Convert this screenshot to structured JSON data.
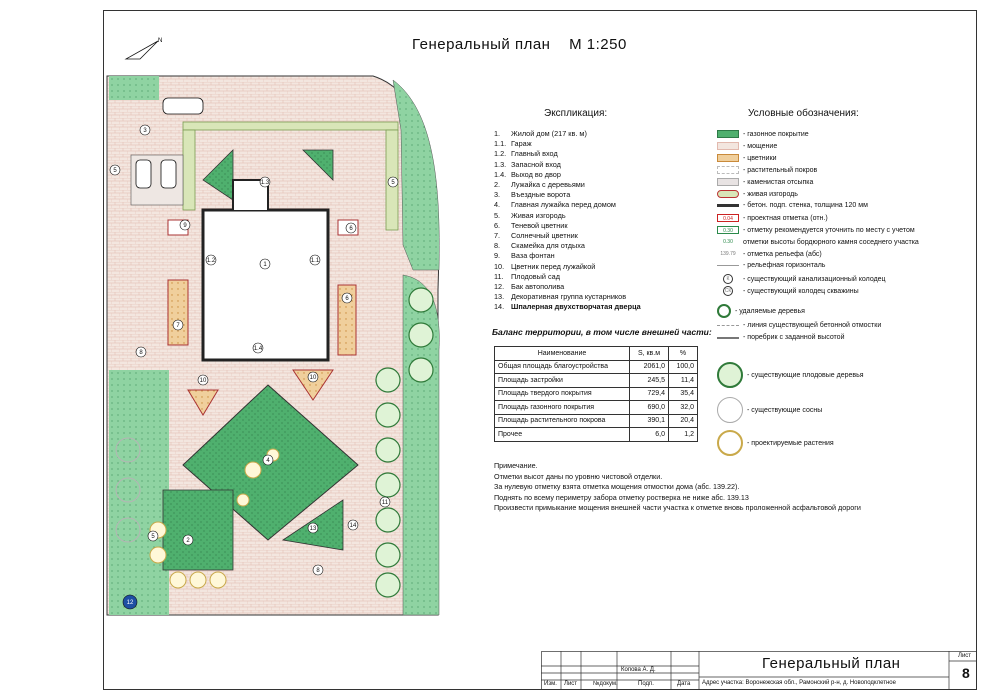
{
  "header": {
    "title": "Генеральный план    М 1:250",
    "north_label": "N"
  },
  "explication": {
    "title": "Экспликация:",
    "items": [
      {
        "num": "1.",
        "label": "Жилой дом (217 кв. м)"
      },
      {
        "num": "1.1.",
        "label": "Гараж"
      },
      {
        "num": "1.2.",
        "label": "Главный вход"
      },
      {
        "num": "1.3.",
        "label": "Запасной вход"
      },
      {
        "num": "1.4.",
        "label": "Выход во двор"
      },
      {
        "num": "2.",
        "label": "Лужайка с деревьями"
      },
      {
        "num": "3.",
        "label": "Въездные ворота"
      },
      {
        "num": "4.",
        "label": "Главная лужайка перед домом"
      },
      {
        "num": "5.",
        "label": "Живая изгородь"
      },
      {
        "num": "6.",
        "label": "Теневой цветник"
      },
      {
        "num": "7.",
        "label": "Солнечный цветник"
      },
      {
        "num": "8.",
        "label": "Скамейка для отдыха"
      },
      {
        "num": "9.",
        "label": "Ваза фонтан"
      },
      {
        "num": "10.",
        "label": "Цветник перед лужайкой"
      },
      {
        "num": "11.",
        "label": "Плодовый сад"
      },
      {
        "num": "12.",
        "label": "Бак автополива"
      },
      {
        "num": "13.",
        "label": "Декоративная группа кустарников"
      },
      {
        "num": "14.",
        "label": "Шпалерная двухстворчатая дверца"
      }
    ]
  },
  "legend": {
    "title": "Условные обозначения:",
    "items": [
      {
        "symbol": "lawn",
        "label": "- газонное покрытие"
      },
      {
        "symbol": "paving",
        "label": "- мощение"
      },
      {
        "symbol": "flowerbed",
        "label": "- цветники"
      },
      {
        "symbol": "groundcover",
        "label": "- растительный покров"
      },
      {
        "symbol": "stone",
        "label": "- каменистая отсыпка"
      },
      {
        "symbol": "hedge",
        "label": "- живая изгородь"
      },
      {
        "symbol": "wall",
        "label": "- бетон. подп. стенка, толщина 120 мм"
      },
      {
        "symbol": "mark-red",
        "label": "- проектная отметка (отн.)",
        "mark": "0.04"
      },
      {
        "symbol": "mark-green",
        "label": "- отметку рекомендуется уточнить по месту с учетом",
        "mark": "0.30"
      },
      {
        "symbol": "mark-green2",
        "label": "отметки высоты бордюрного камня соседнего участка",
        "mark": "0.30"
      },
      {
        "symbol": "mark-gray",
        "label": "- отметка рельефа (абс)",
        "mark": "139.79"
      },
      {
        "symbol": "contour",
        "label": "- рельефная горизонталь"
      },
      {
        "symbol": "well-k",
        "label": "- существующий канализационный колодец",
        "mark": "К"
      },
      {
        "symbol": "well-ck",
        "label": "- существующий колодец скважины",
        "mark": "СК"
      },
      {
        "symbol": "removed-trees",
        "label": "- удаляемые деревья"
      },
      {
        "symbol": "blindarea",
        "label": "- линия существующей бетонной отмостки"
      },
      {
        "symbol": "curb",
        "label": "- поребрик с заданной высотой"
      },
      {
        "symbol": "fruit-tree",
        "label": "- существующие плодовые деревья"
      },
      {
        "symbol": "pine",
        "label": "- существующие сосны"
      },
      {
        "symbol": "new-plants",
        "label": "- проектируемые растения"
      }
    ]
  },
  "balance": {
    "title": "Баланс территории, в том числе  внешней части:",
    "headers": [
      "Наименование",
      "S, кв.м",
      "%"
    ],
    "rows": [
      [
        "Общая площадь благоустройства",
        "2061,0",
        "100,0"
      ],
      [
        "Площадь застройки",
        "245,5",
        "11,4"
      ],
      [
        "Площадь твердого покрытия",
        "729,4",
        "35,4"
      ],
      [
        "Площадь газонного покрытия",
        "690,0",
        "32,0"
      ],
      [
        "Площадь растительного покрова",
        "390,1",
        "20,4"
      ],
      [
        "Прочее",
        "6,0",
        "1,2"
      ]
    ]
  },
  "notes": {
    "title": "Примечание.",
    "lines": [
      "Отметки высот даны по уровню чистовой отделки.",
      "За нулевую отметку взята отметка мощения отмостки дома (абс. 139.22).",
      "Поднять по всему периметру забора отметку ростверка не ниже абс. 139.13",
      "Произвести примыкание мощения внешней части участка к отметке вновь проложенной асфальтовой дороги"
    ]
  },
  "plan": {
    "labels": {
      "house": "1",
      "house_n11": "1.1",
      "house_n12": "1.2",
      "house_n13": "1.3",
      "house_n14": "1.4",
      "n2": "2",
      "n3": "3",
      "n4": "4",
      "n5a": "5",
      "n5b": "5",
      "n5c": "5",
      "n6a": "6",
      "n6b": "6",
      "n7": "7",
      "n8a": "8",
      "n8b": "8",
      "n9": "9",
      "n10a": "10",
      "n10b": "10",
      "n11": "11",
      "n12": "12",
      "n13": "13",
      "n14": "14"
    }
  },
  "stamp": {
    "cols": [
      "Изм.",
      "Лист",
      "№докум.",
      "Подп.",
      "Дата"
    ],
    "author": "Копова  А.  Д.",
    "title": "Генеральный план",
    "address": "Адрес участка: Воронежская обл., Рамонский р-н, д. Новоподклетное",
    "sheet_label": "Лист",
    "sheet_no": "8"
  }
}
